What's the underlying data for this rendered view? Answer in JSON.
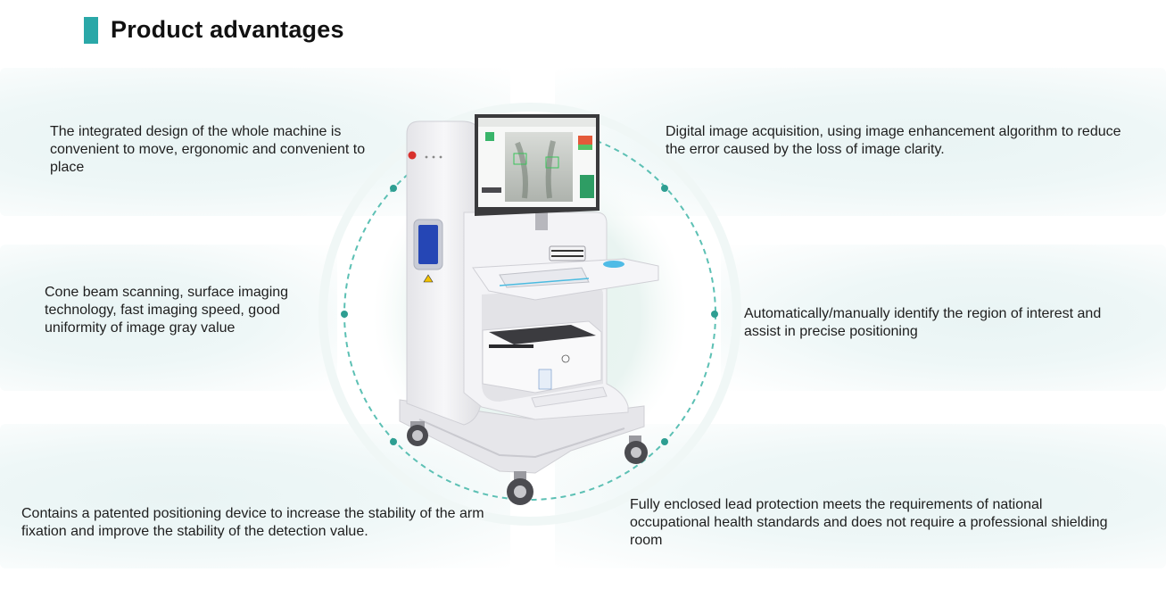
{
  "header": {
    "title": "Product advantages",
    "accent_color": "#2aa8a8"
  },
  "features": [
    {
      "id": "top-left",
      "text": "The integrated design of the whole machine is convenient to move, ergonomic and convenient to place"
    },
    {
      "id": "mid-left",
      "text": "Cone beam scanning, surface imaging technology, fast imaging speed, good uniformity of image gray value"
    },
    {
      "id": "bottom-left",
      "text": "Contains a patented positioning device to increase the stability of the arm fixation and improve the stability of the detection value."
    },
    {
      "id": "top-right",
      "text": "Digital image acquisition, using image enhancement algorithm to reduce the error caused by the loss of image clarity."
    },
    {
      "id": "mid-right",
      "text": "Automatically/manually identify the region of interest and assist in precise positioning"
    },
    {
      "id": "bottom-right",
      "text": "Fully enclosed lead protection meets the requirements of national occupational health standards and does not require a professional shielding room"
    }
  ],
  "colors": {
    "panel_bg": "#eef7f7",
    "ring_dash": "#5cc0b4",
    "machine_body": "#f2f2f4",
    "screen_frame": "#3a3a3c"
  }
}
